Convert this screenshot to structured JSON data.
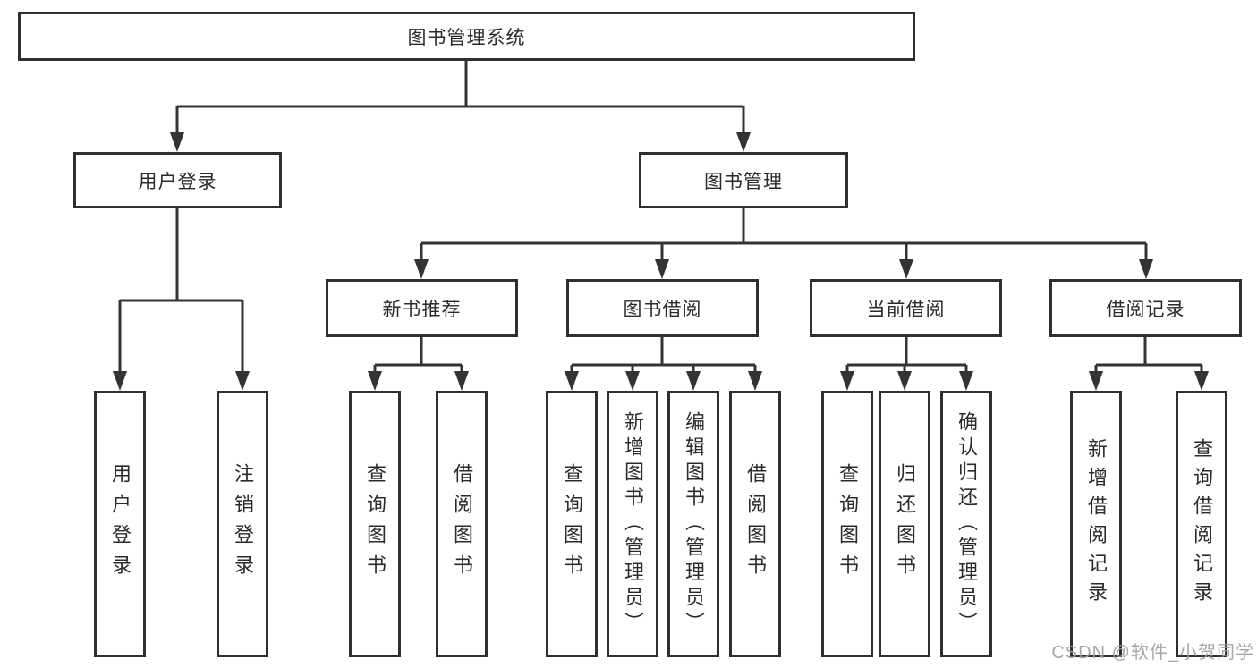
{
  "diagram": {
    "type": "hierarchy-tree",
    "colors": {
      "background": "#ffffff",
      "line": "#333333",
      "box_border": "#2f2f2f",
      "box_fill": "#ffffff",
      "text": "#2b2b2b",
      "watermark": "#9e9e9e"
    },
    "tree": {
      "label": "图书管理系统",
      "children": [
        {
          "label": "用户登录",
          "children": [
            {
              "label": "用户登录"
            },
            {
              "label": "注销登录"
            }
          ]
        },
        {
          "label": "图书管理",
          "children": [
            {
              "label": "新书推荐",
              "children": [
                {
                  "label": "查询图书"
                },
                {
                  "label": "借阅图书"
                }
              ]
            },
            {
              "label": "图书借阅",
              "children": [
                {
                  "label": "查询图书"
                },
                {
                  "label": "新增图书（管理员）"
                },
                {
                  "label": "编辑图书（管理员）"
                },
                {
                  "label": "借阅图书"
                }
              ]
            },
            {
              "label": "当前借阅",
              "children": [
                {
                  "label": "查询图书"
                },
                {
                  "label": "归还图书"
                },
                {
                  "label": "确认归还（管理员）"
                }
              ]
            },
            {
              "label": "借阅记录",
              "children": [
                {
                  "label": "新增借阅记录"
                },
                {
                  "label": "查询借阅记录"
                }
              ]
            }
          ]
        }
      ]
    }
  },
  "watermark": {
    "text": "CSDN @软件_小贺同学"
  }
}
